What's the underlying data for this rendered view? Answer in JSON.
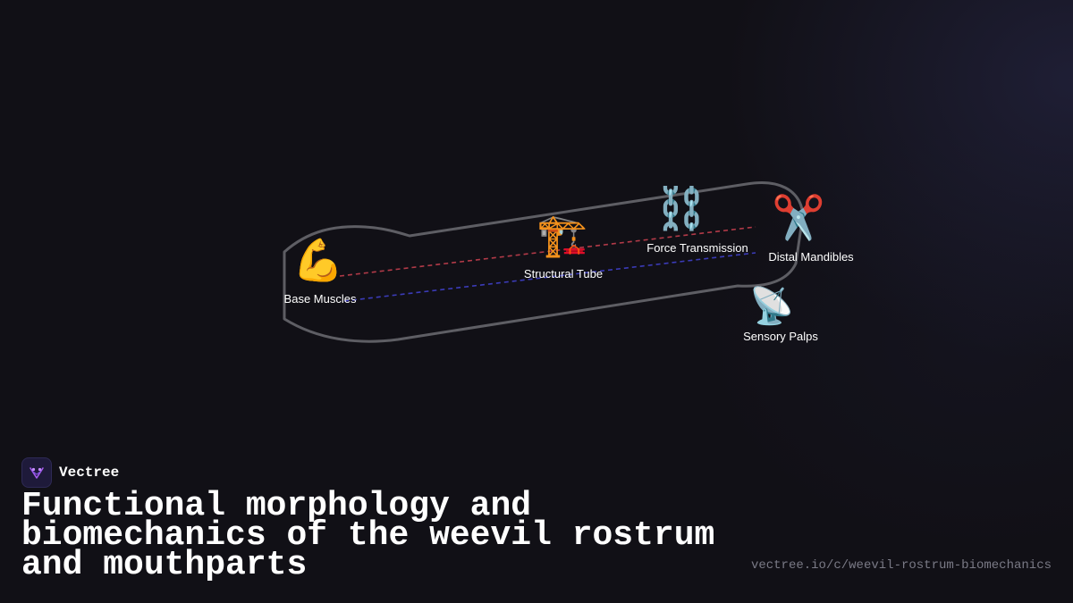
{
  "diagram": {
    "nodes": [
      {
        "id": "base",
        "label": "Base Muscles",
        "icon": "💪",
        "icon_name": "flexed-biceps-icon"
      },
      {
        "id": "tube",
        "label": "Structural Tube",
        "icon": "🏗️",
        "icon_name": "construction-crane-icon"
      },
      {
        "id": "force",
        "label": "Force Transmission",
        "icon": "⛓️",
        "icon_name": "chains-icon"
      },
      {
        "id": "mandibles",
        "label": "Distal Mandibles",
        "icon": "✂️",
        "icon_name": "scissors-icon"
      },
      {
        "id": "palps",
        "label": "Sensory Palps",
        "icon": "📡",
        "icon_name": "satellite-antenna-icon"
      }
    ],
    "colors": {
      "outline": "#5e5e64",
      "upper_line": "#b23a48",
      "lower_line": "#3b3bb8"
    }
  },
  "brand": {
    "name": "Vectree"
  },
  "title": "Functional morphology and biomechanics of the weevil rostrum and mouthparts",
  "url": "vectree.io/c/weevil-rostrum-biomechanics"
}
